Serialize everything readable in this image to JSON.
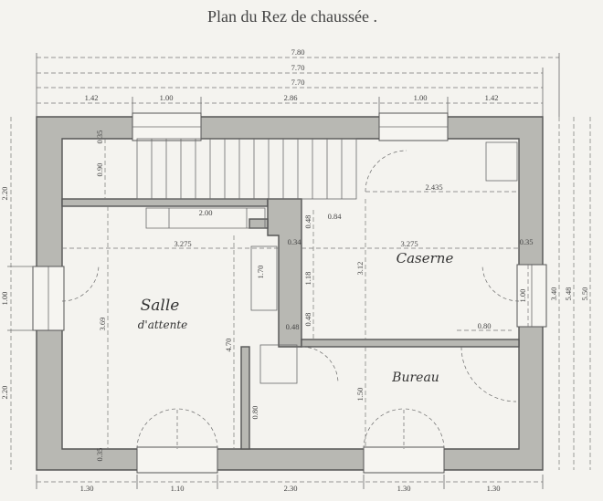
{
  "title": "Plan du Rez de chaussée .",
  "rooms": {
    "salle_line1": "Salle",
    "salle_line2": "d'attente",
    "caserne": "Caserne",
    "bureau": "Bureau"
  },
  "dimensions": {
    "overall_1": "7.80",
    "overall_2": "7.70",
    "overall_3": "7.70",
    "top_seg_1": "1.42",
    "top_seg_2": "1.00",
    "top_seg_3": "2.86",
    "top_seg_4": "1.00",
    "top_seg_5": "1.42",
    "bottom_seg_1": "1.30",
    "bottom_seg_2": "1.10",
    "bottom_seg_3": "2.30",
    "bottom_seg_4": "1.30",
    "bottom_seg_5": "1.30",
    "left_seg_1": "2.20",
    "left_seg_2": "1.00",
    "left_seg_3": "2.20",
    "right_seg_1": "3.40",
    "right_seg_2": "5.48",
    "right_seg_3": "5.50",
    "right_window": "1.00",
    "stair_depth": "0.90",
    "stair_landing": "2.00",
    "salle_width": "3.275",
    "caserne_width": "3.275",
    "caserne_top": "2.435",
    "salle_depth": "3.69",
    "corridor_depth": "4.70",
    "corridor_width": "1.70",
    "bureau_depth": "1.50",
    "caserne_depth": "3.12",
    "post_1": "0.48",
    "post_2": "0.84",
    "post_3": "0.34",
    "post_4": "1.18",
    "post_5": "0.48",
    "post_6": "0.48",
    "door_bureau": "0.80",
    "door_small": "0.80",
    "wall_right": "0.35",
    "wall_corner": "0.35",
    "wall_bottom": "0.35"
  }
}
